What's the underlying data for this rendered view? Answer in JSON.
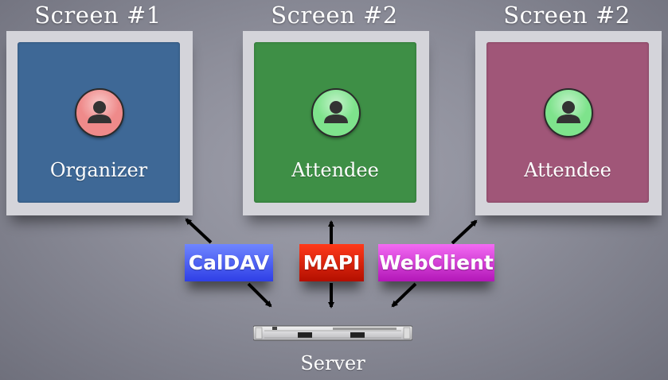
{
  "screens": [
    {
      "title": "Screen #1",
      "role": "Organizer",
      "panel_color": "#3e6896",
      "avatar_color": "#ef8a8a"
    },
    {
      "title": "Screen #2",
      "role": "Attendee",
      "panel_color": "#3e8f46",
      "avatar_color": "#7ee38c"
    },
    {
      "title": "Screen #2",
      "role": "Attendee",
      "panel_color": "#a05678",
      "avatar_color": "#7ee38c"
    }
  ],
  "protocols": [
    {
      "label": "CalDAV",
      "color_top": "#6f86ff",
      "color_bottom": "#2f3fe6"
    },
    {
      "label": "MAPI",
      "color_top": "#ff3a1a",
      "color_bottom": "#b30f00"
    },
    {
      "label": "WebClient",
      "color_top": "#f36af3",
      "color_bottom": "#b317b8"
    }
  ],
  "server": {
    "label": "Server",
    "icon": "server-rack-icon"
  },
  "icons": {
    "avatar": "person-icon"
  }
}
